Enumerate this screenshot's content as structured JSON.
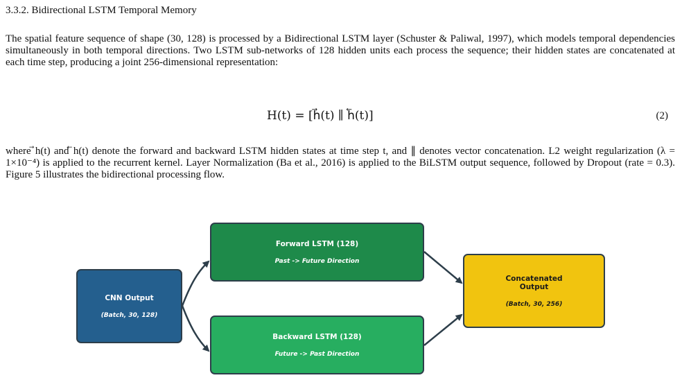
{
  "section": {
    "heading": "3.3.2. Bidirectional LSTM Temporal Memory",
    "paragraph1": "The spatial feature sequence of shape (30, 128) is processed by a Bidirectional LSTM layer (Schuster & Paliwal, 1997), which models temporal dependencies simultaneously in both temporal directions. Two LSTM sub-networks of 128 hidden units each process the sequence; their hidden states are concatenated at each time step, producing a joint 256-dimensional representation:",
    "equation": "H(t) = [h⃗(t) ∥ h⃖(t)]",
    "equation_number": "(2)",
    "paragraph2": "where ⃗h(t) and ⃖h(t) denote the forward and backward LSTM hidden states at time step t, and ∥ denotes vector concatenation. L2 weight regularization (λ = 1×10⁻⁴) is applied to the recurrent kernel. Layer Normalization (Ba et al., 2016) is applied to the BiLSTM output sequence, followed by Dropout (rate = 0.3). Figure 5 illustrates the bidirectional processing flow."
  },
  "diagram": {
    "cnn": {
      "title": "CNN Output",
      "sub": "(Batch, 30, 128)",
      "color": "#245f8e"
    },
    "forward": {
      "title": "Forward LSTM (128)",
      "sub": "Past -> Future Direction",
      "color": "#1e8a4a"
    },
    "backward": {
      "title": "Backward LSTM (128)",
      "sub": "Future -> Past Direction",
      "color": "#27ae60"
    },
    "concat": {
      "title_line1": "Concatenated",
      "title_line2": "Output",
      "sub": "(Batch, 30, 256)",
      "color": "#f1c40f"
    },
    "arrow_color": "#2d3e4a"
  }
}
